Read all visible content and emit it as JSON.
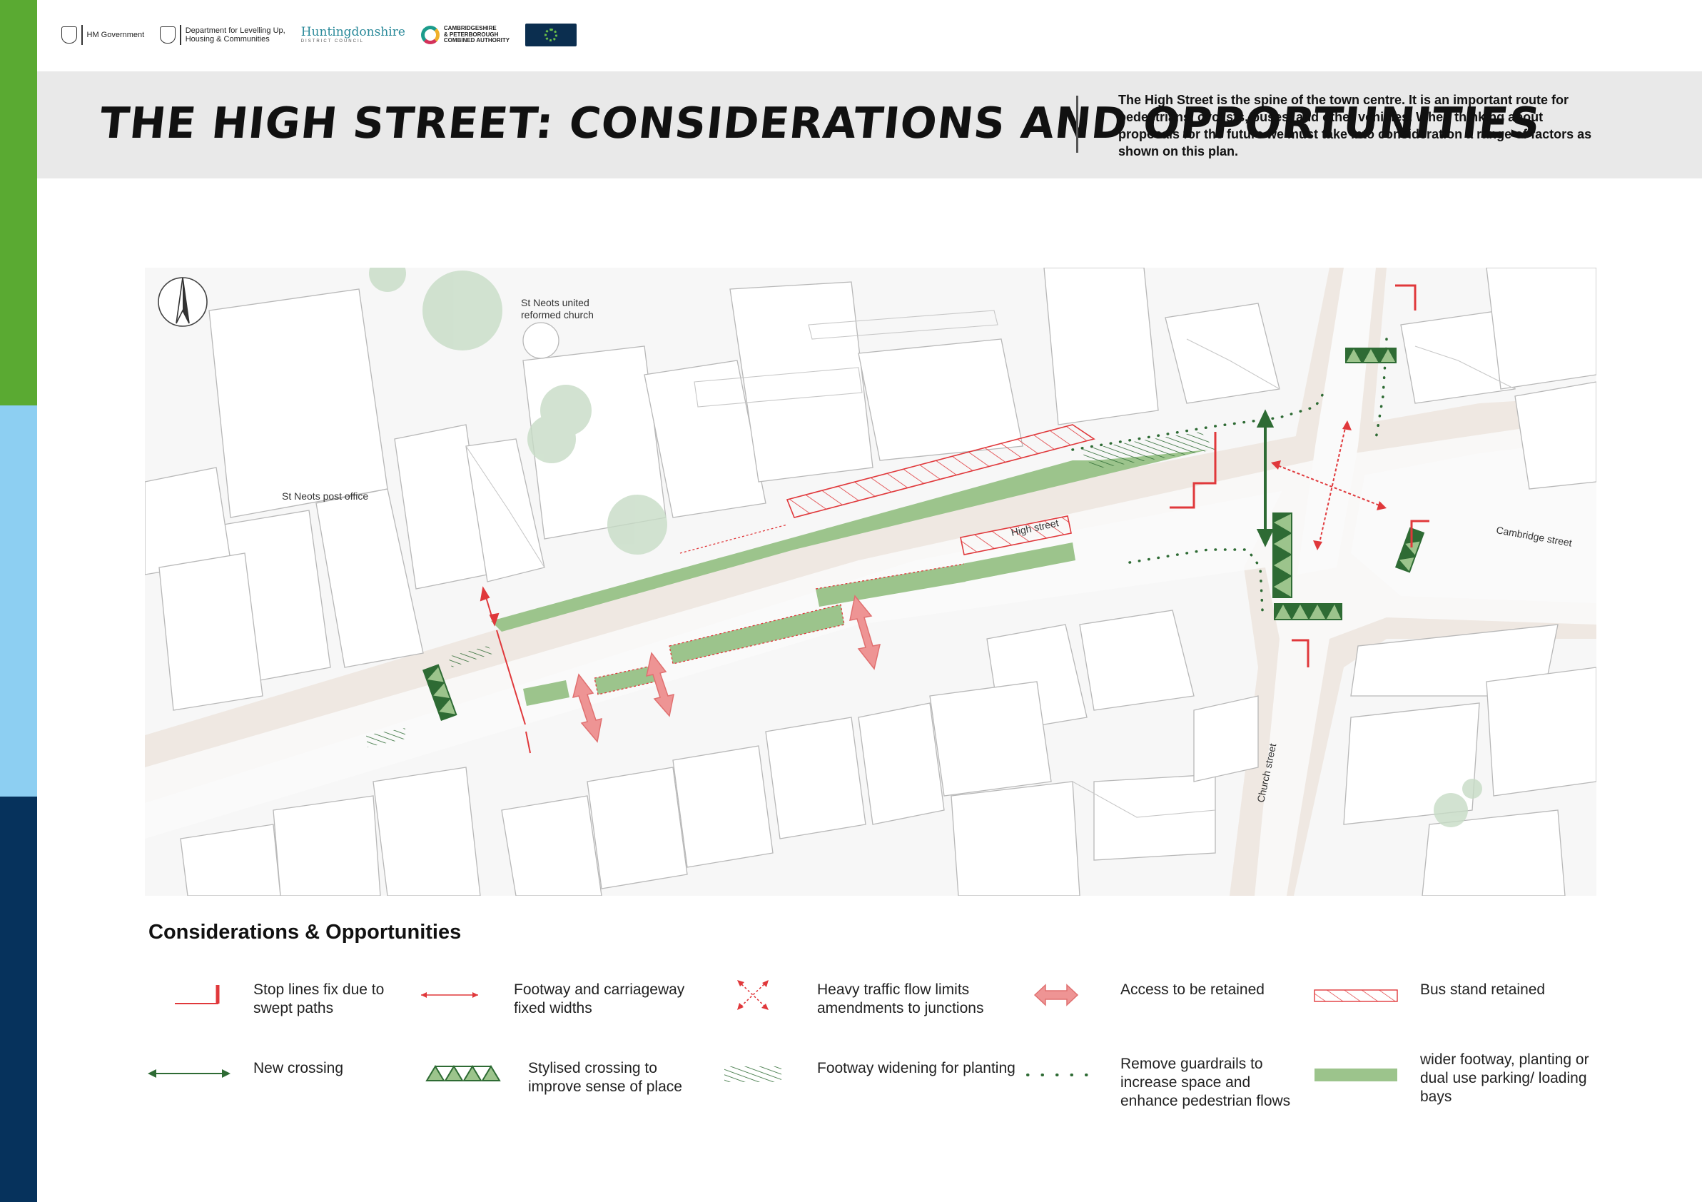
{
  "header": {
    "logos": {
      "hm_government": "HM Government",
      "dluhc_line1": "Department for Levelling Up,",
      "dluhc_line2": "Housing & Communities",
      "huntingdonshire": "Huntingdonshire",
      "huntingdonshire_sub": "DISTRICT COUNCIL",
      "cpca_line1": "CAMBRIDGESHIRE",
      "cpca_line2": "& PETERBOROUGH",
      "cpca_line3": "COMBINED AUTHORITY"
    },
    "title": "THE HIGH STREET: CONSIDERATIONS AND OPPORTUNITIES",
    "intro": "The High Street is the spine of the town centre. It is an important route for pedestrians, cyclists, buses, and other vehicles.  When thinking about proposals for the future we must take into consideration a range of factors as shown on this plan."
  },
  "map": {
    "labels": {
      "church": "St Neots united reformed church",
      "church_line1": "St Neots united",
      "church_line2": "reformed church",
      "post_office": "St Neots post office",
      "high_street": "High street",
      "cambridge_street": "Cambridge street",
      "church_street": "Church street"
    }
  },
  "legend": {
    "heading": "Considerations & Opportunities",
    "items": [
      {
        "key": "stop_lines",
        "line1": "Stop lines fix due to",
        "line2": "swept paths"
      },
      {
        "key": "fixed_widths",
        "line1": "Footway and carriageway",
        "line2": "fixed widths"
      },
      {
        "key": "heavy_traffic",
        "line1": "Heavy traffic flow limits",
        "line2": "amendments to junctions"
      },
      {
        "key": "access",
        "line1": "Access to be retained",
        "line2": ""
      },
      {
        "key": "bus_stand",
        "line1": "Bus stand retained",
        "line2": ""
      },
      {
        "key": "new_crossing",
        "line1": "New crossing",
        "line2": ""
      },
      {
        "key": "stylised_crossing",
        "line1": "Stylised crossing to",
        "line2": "improve sense of place"
      },
      {
        "key": "footway_widening",
        "line1": "Footway widening for planting",
        "line2": ""
      },
      {
        "key": "guardrails",
        "line1": "Remove guardrails to",
        "line2": "increase space and",
        "line3": "enhance pedestrian flows"
      },
      {
        "key": "wider_footway",
        "line1": "wider footway, planting or",
        "line2": "dual use parking/ loading",
        "line3": "bays"
      }
    ]
  },
  "colors": {
    "green_bar": "#5aaa32",
    "light_blue_bar": "#8dcff2",
    "navy_bar": "#06325c",
    "planting_green": "#9cc48c",
    "dark_green": "#2e6b34",
    "red": "#e0383b",
    "pink_arrow": "#ee9494",
    "footway": "#efe8e2"
  }
}
